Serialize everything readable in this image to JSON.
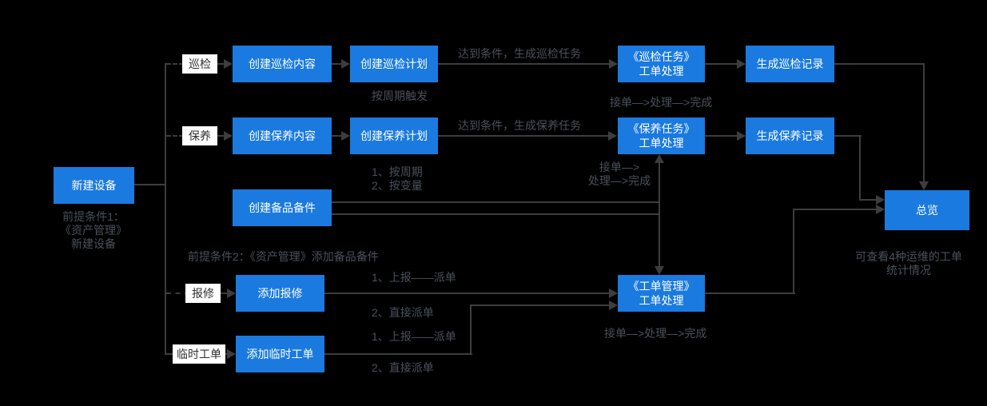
{
  "colors": {
    "background": "#000000",
    "node_fill": "#1a7ae0",
    "node_text": "#ffffff",
    "connector": "#3d3d3d",
    "annotation_text": "#4a515b",
    "branch_label_bg": "#ffffff",
    "branch_label_text": "#2f2f2f"
  },
  "nodes": {
    "new_device": {
      "label": "新建设备"
    },
    "insp_content": {
      "label": "创建巡检内容"
    },
    "insp_plan": {
      "label": "创建巡检计划"
    },
    "insp_task": {
      "label": "《巡检任务》\n工单处理"
    },
    "insp_record": {
      "label": "生成巡检记录"
    },
    "maint_content": {
      "label": "创建保养内容"
    },
    "maint_plan": {
      "label": "创建保养计划"
    },
    "maint_task": {
      "label": "《保养任务》\n工单处理"
    },
    "maint_record": {
      "label": "生成保养记录"
    },
    "spare_parts": {
      "label": "创建备品备件"
    },
    "add_repair": {
      "label": "添加报修"
    },
    "add_temp_ticket": {
      "label": "添加临时工单"
    },
    "ticket_mgmt": {
      "label": "《工单管理》\n工单处理"
    },
    "overview": {
      "label": "总览"
    }
  },
  "branch_labels": {
    "inspection": "巡检",
    "maintenance": "保养",
    "repair": "报修",
    "temp_ticket": "临时工单"
  },
  "annotations": {
    "insp_condition": "达到条件，生成巡检任务",
    "period_trigger": "按周期触发",
    "insp_flow": "接单—>处理—>完成",
    "maint_condition": "达到条件，生成保养任务",
    "maint_plan_note": "1、按周期\n2、按变量",
    "maint_flow": "接单—>\n处理—>完成",
    "precondition1": "前提条件1：\n《资产管理》\n新建设备",
    "precondition2": "前提条件2：《资产管理》添加备品备件",
    "repair_note1": "1、上报——派单",
    "repair_note2": "2、直接派单",
    "temp_note1": "1、上报——派单",
    "temp_note2": "2、直接派单",
    "ticket_flow": "接单—>处理—>完成",
    "overview_note": "可查看4种运维的工单\n统计情况"
  }
}
